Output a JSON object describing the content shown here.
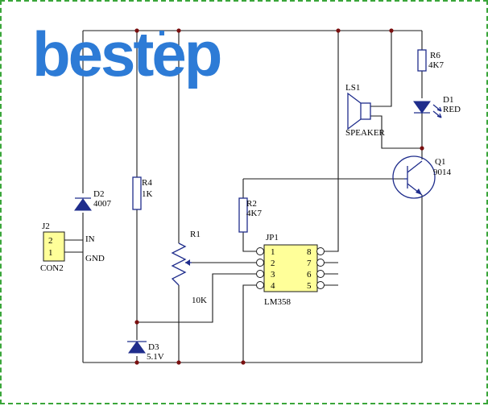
{
  "logo": {
    "text": "bestep"
  },
  "labels": {
    "ls1": "LS1",
    "speaker": "SPEAKER",
    "r6": "R6",
    "r6_val": "4K7",
    "d1": "D1",
    "d1_val": "RED",
    "q1": "Q1",
    "q1_val": "9014",
    "d2": "D2",
    "d2_val": "4007",
    "r4": "R4",
    "r4_val": "1K",
    "r2": "R2",
    "r2_val": "4K7",
    "r1": "R1",
    "r1_val": "10K",
    "jp1": "JP1",
    "ic": "LM358",
    "j2": "J2",
    "con2": "CON2",
    "in": "IN",
    "gnd": "GND",
    "d3": "D3",
    "d3_val": "5.1V",
    "p1": "1",
    "p2": "2",
    "p3": "3",
    "p4": "4",
    "p5": "5",
    "p6": "6",
    "p7": "7",
    "p8": "8",
    "j2p2": "2",
    "j2p1": "1"
  },
  "colors": {
    "logo": "#2d7bd6",
    "wire": "#1a1a1a",
    "component": "#1f2d8c",
    "junction": "#7a0f0f",
    "frame": "#3aa63a"
  }
}
